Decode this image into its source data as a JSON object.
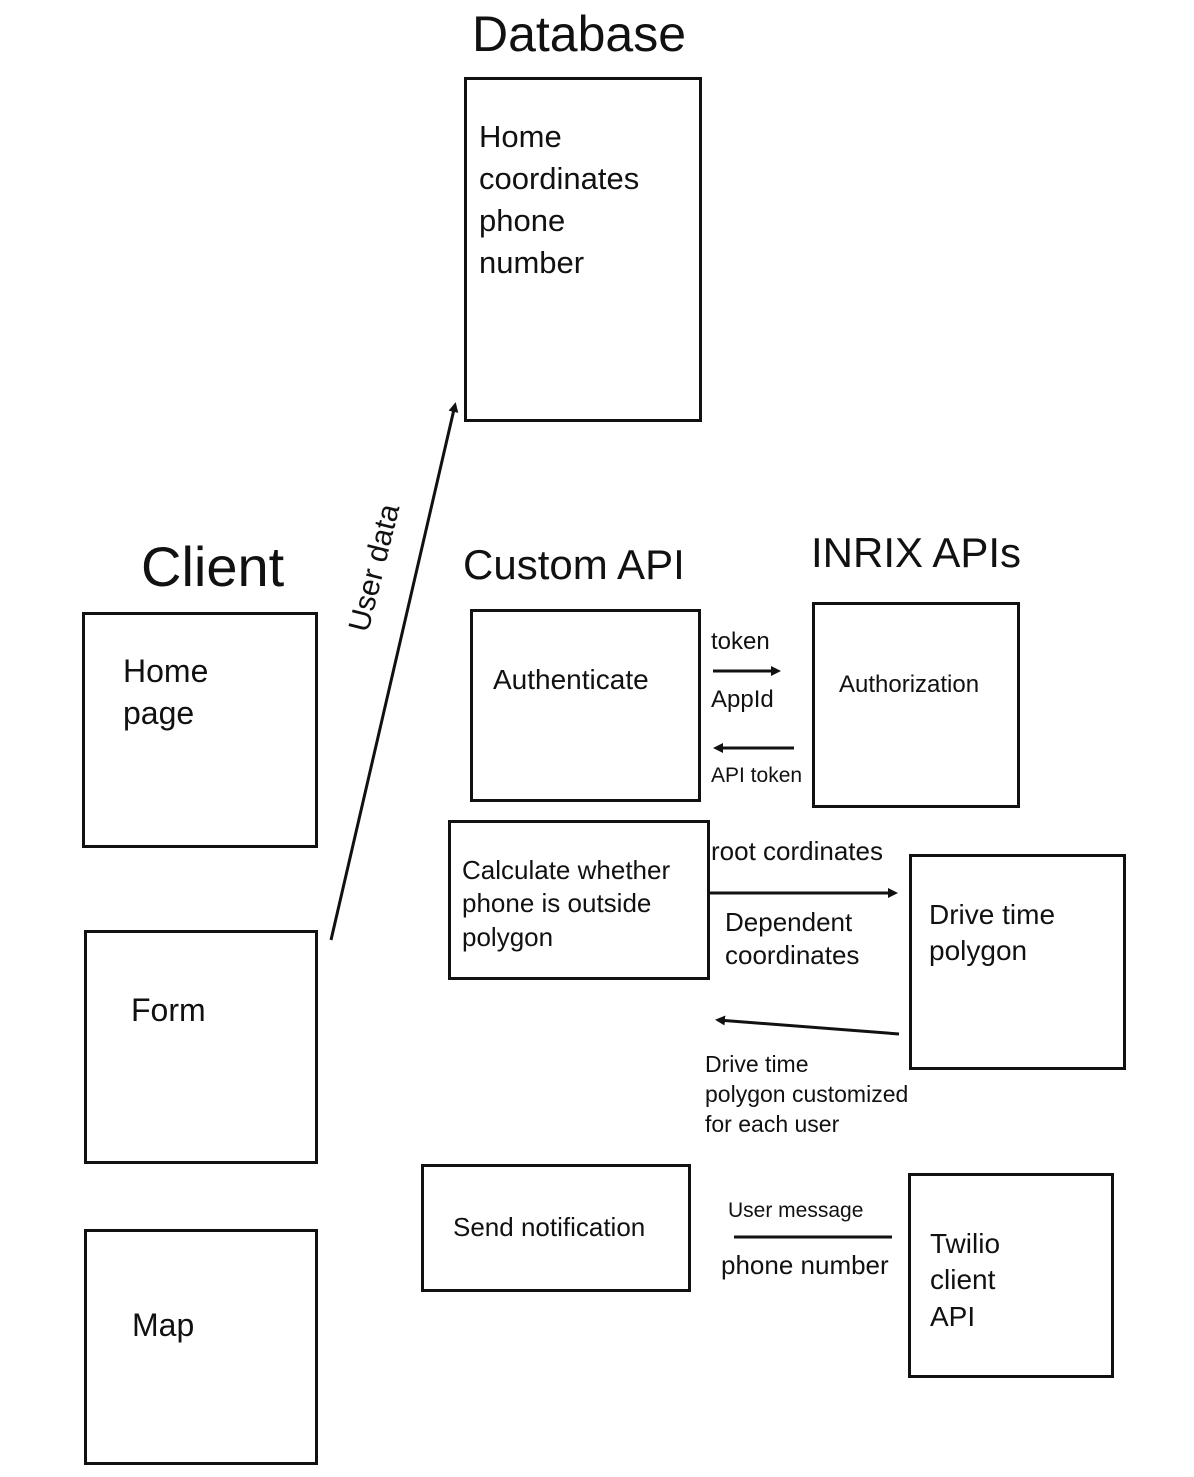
{
  "groups": {
    "database": {
      "title": "Database",
      "box_text": "Home\ncoordinates\nphone\nnumber"
    },
    "client": {
      "title": "Client",
      "boxes": [
        "Home\npage",
        "Form",
        "Map"
      ]
    },
    "custom_api": {
      "title": "Custom API",
      "boxes": [
        "Authenticate",
        "Calculate whether\nphone is outside\npolygon",
        "Send notification"
      ]
    },
    "inrix_apis": {
      "title": "INRIX APIs",
      "boxes": [
        "Authorization",
        "Drive time\npolygon"
      ]
    },
    "twilio": {
      "box_text": "Twilio\nclient\nAPI"
    }
  },
  "edges": {
    "user_data": "User data",
    "auth_request_top": "token",
    "auth_request_bottom": "AppId",
    "auth_response": "API token",
    "polygon_request_top": "root cordinates",
    "polygon_request_bottom": "Dependent\ncoordinates",
    "polygon_response": "Drive time\npolygon customized\nfor each user",
    "notify_top": "User message",
    "notify_bottom": "phone number"
  }
}
